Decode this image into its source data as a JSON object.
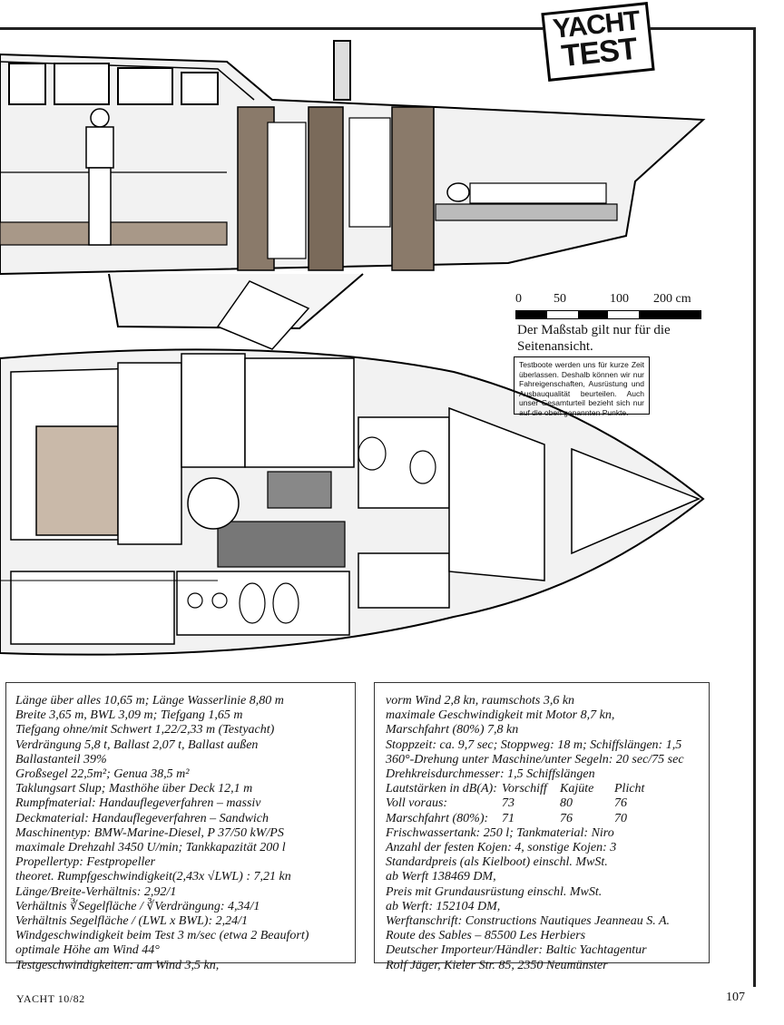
{
  "badge": {
    "line1": "YACHT",
    "line2": "TEST"
  },
  "scale": {
    "labels": [
      "0",
      "50",
      "100",
      "200 cm"
    ],
    "note": "Der Maßstab gilt nur für die Seitenansicht."
  },
  "notice": "Testboote werden uns für kurze Zeit überlassen. Deshalb können wir nur Fahreigenschaften, Ausrüstung und Ausbauqualität beurteilen. Auch unser Gesamturteil bezieht sich nur auf die oben genannten Punkte.",
  "specs_left": [
    "Länge über alles 10,65 m; Länge Wasserlinie 8,80 m",
    "Breite 3,65 m, BWL 3,09 m; Tiefgang 1,65 m",
    "Tiefgang ohne/mit Schwert 1,22/2,33 m (Testyacht)",
    "Verdrängung 5,8 t, Ballast 2,07 t, Ballast außen",
    "Ballastanteil 39%",
    "Großsegel 22,5m²; Genua 38,5 m²",
    "Taklungsart Slup; Masthöhe über Deck 12,1 m",
    "Rumpfmaterial: Handauflegeverfahren – massiv",
    "Deckmaterial: Handauflegeverfahren – Sandwich",
    "Maschinentyp: BMW-Marine-Diesel, P 37/50 kW/PS",
    "maximale Drehzahl 3450 U/min; Tankkapazität 200 l",
    "Propellertyp: Festpropeller",
    "theoret. Rumpfgeschwindigkeit(2,43x √LWL) : 7,21 kn",
    "Länge/Breite-Verhältnis: 2,92/1",
    "Verhältnis ∛Segelfläche / ∛Verdrängung: 4,34/1",
    "Verhältnis Segelfläche / (LWL x BWL): 2,24/1",
    "Windgeschwindigkeit beim Test 3 m/sec (etwa 2 Beaufort)",
    "optimale Höhe am Wind 44°",
    "Testgeschwindigkeiten: am Wind 3,5 kn,"
  ],
  "specs_right_top": [
    "vorm Wind 2,8 kn, raumschots 3,6 kn",
    "maximale Geschwindigkeit mit Motor 8,7 kn,",
    "Marschfahrt (80%) 7,8 kn",
    "Stoppzeit: ca. 9,7 sec; Stoppweg: 18 m; Schiffslängen: 1,5",
    "360°-Drehung unter Maschine/unter Segeln: 20 sec/75 sec",
    "Drehkreisdurchmesser: 1,5 Schiffslängen"
  ],
  "noise_table": {
    "header": [
      "Lautstärken in dB(A):",
      "Vorschiff",
      "Kajüte",
      "Plicht"
    ],
    "rows": [
      [
        "Voll voraus:",
        "73",
        "80",
        "76"
      ],
      [
        "Marschfahrt (80%):",
        "71",
        "76",
        "70"
      ]
    ]
  },
  "specs_right_bottom": [
    "Frischwassertank: 250 l; Tankmaterial: Niro",
    "Anzahl der festen Kojen: 4, sonstige Kojen: 3",
    "Standardpreis (als Kielboot) einschl. MwSt.",
    "ab Werft 138469 DM,",
    "Preis mit Grundausrüstung einschl. MwSt.",
    "ab Werft: 152104 DM,",
    "Werftanschrift: Constructions Nautiques Jeanneau S. A.",
    "Route des Sables – 85500 Les Herbiers",
    "Deutscher Importeur/Händler: Baltic Yachtagentur",
    "Rolf Jäger, Kieler Str. 85, 2350 Neumünster"
  ],
  "footer": {
    "magazine": "YACHT 10/82",
    "page": "107"
  }
}
